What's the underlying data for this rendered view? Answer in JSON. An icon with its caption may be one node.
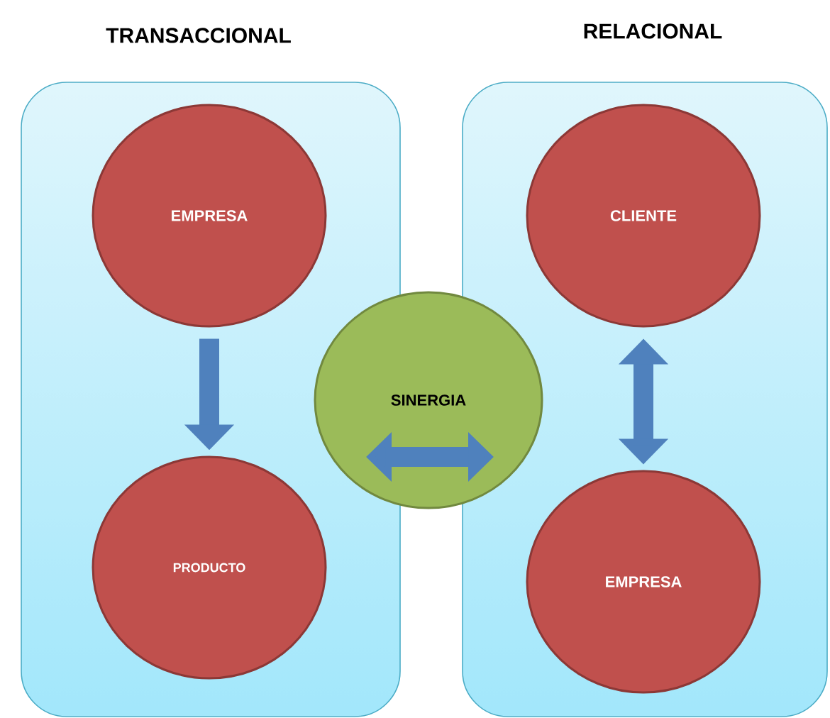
{
  "diagram": {
    "nodes": [
      {
        "text": [
          "TRANSACCIONAL"
        ]
      },
      {
        "text": [
          "EMPRESA"
        ],
        "in": 0
      },
      {
        "text": [
          "PRODUCTO"
        ],
        "in": 0
      },
      {
        "text": [
          "RELACIONAL"
        ]
      },
      {
        "text": [
          "CLIENTE"
        ],
        "in": 3
      },
      {
        "text": [
          "EMPRESA"
        ],
        "in": 3
      },
      {
        "text": [
          "SINERGIA"
        ]
      }
    ],
    "edges": [
      {
        "from": 1,
        "to": 2,
        "arrow": "to"
      },
      {
        "from": 4,
        "to": 5,
        "arrow": "both"
      }
    ]
  }
}
